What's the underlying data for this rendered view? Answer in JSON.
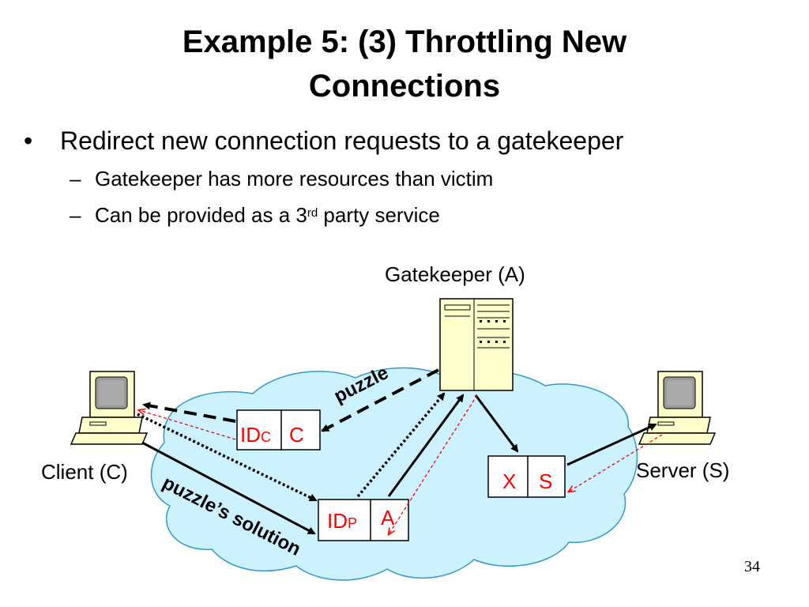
{
  "title": {
    "line1": "Example 5: (3) Throttling New",
    "line2": "Connections"
  },
  "bullets": {
    "main": {
      "marker": "•",
      "text": "Redirect new connection requests to a gatekeeper"
    },
    "sub1": {
      "marker": "–",
      "text": "Gatekeeper has more resources than victim"
    },
    "sub2": {
      "marker": "–",
      "pre": "Can be provided as a 3",
      "sup": "rd",
      "post": " party service"
    }
  },
  "diagram": {
    "gatekeeper_label": "Gatekeeper (A)",
    "client_label": "Client (C)",
    "server_label": "Server (S)",
    "puzzle_label": "puzzle",
    "solution_label": "puzzle’s solution",
    "packet_c": {
      "field1": "ID",
      "field1_sub": "C",
      "field2": "C"
    },
    "packet_p": {
      "field1": "ID",
      "field1_sub": "P",
      "field2": "A"
    },
    "packet_s": {
      "field1": "X",
      "field2": "S"
    }
  },
  "colors": {
    "cloud": "#ccf2ff",
    "computer": "#ffffcc",
    "red_text": "#ff0000",
    "dashed_red": "#ff0000"
  },
  "page_number": "34"
}
